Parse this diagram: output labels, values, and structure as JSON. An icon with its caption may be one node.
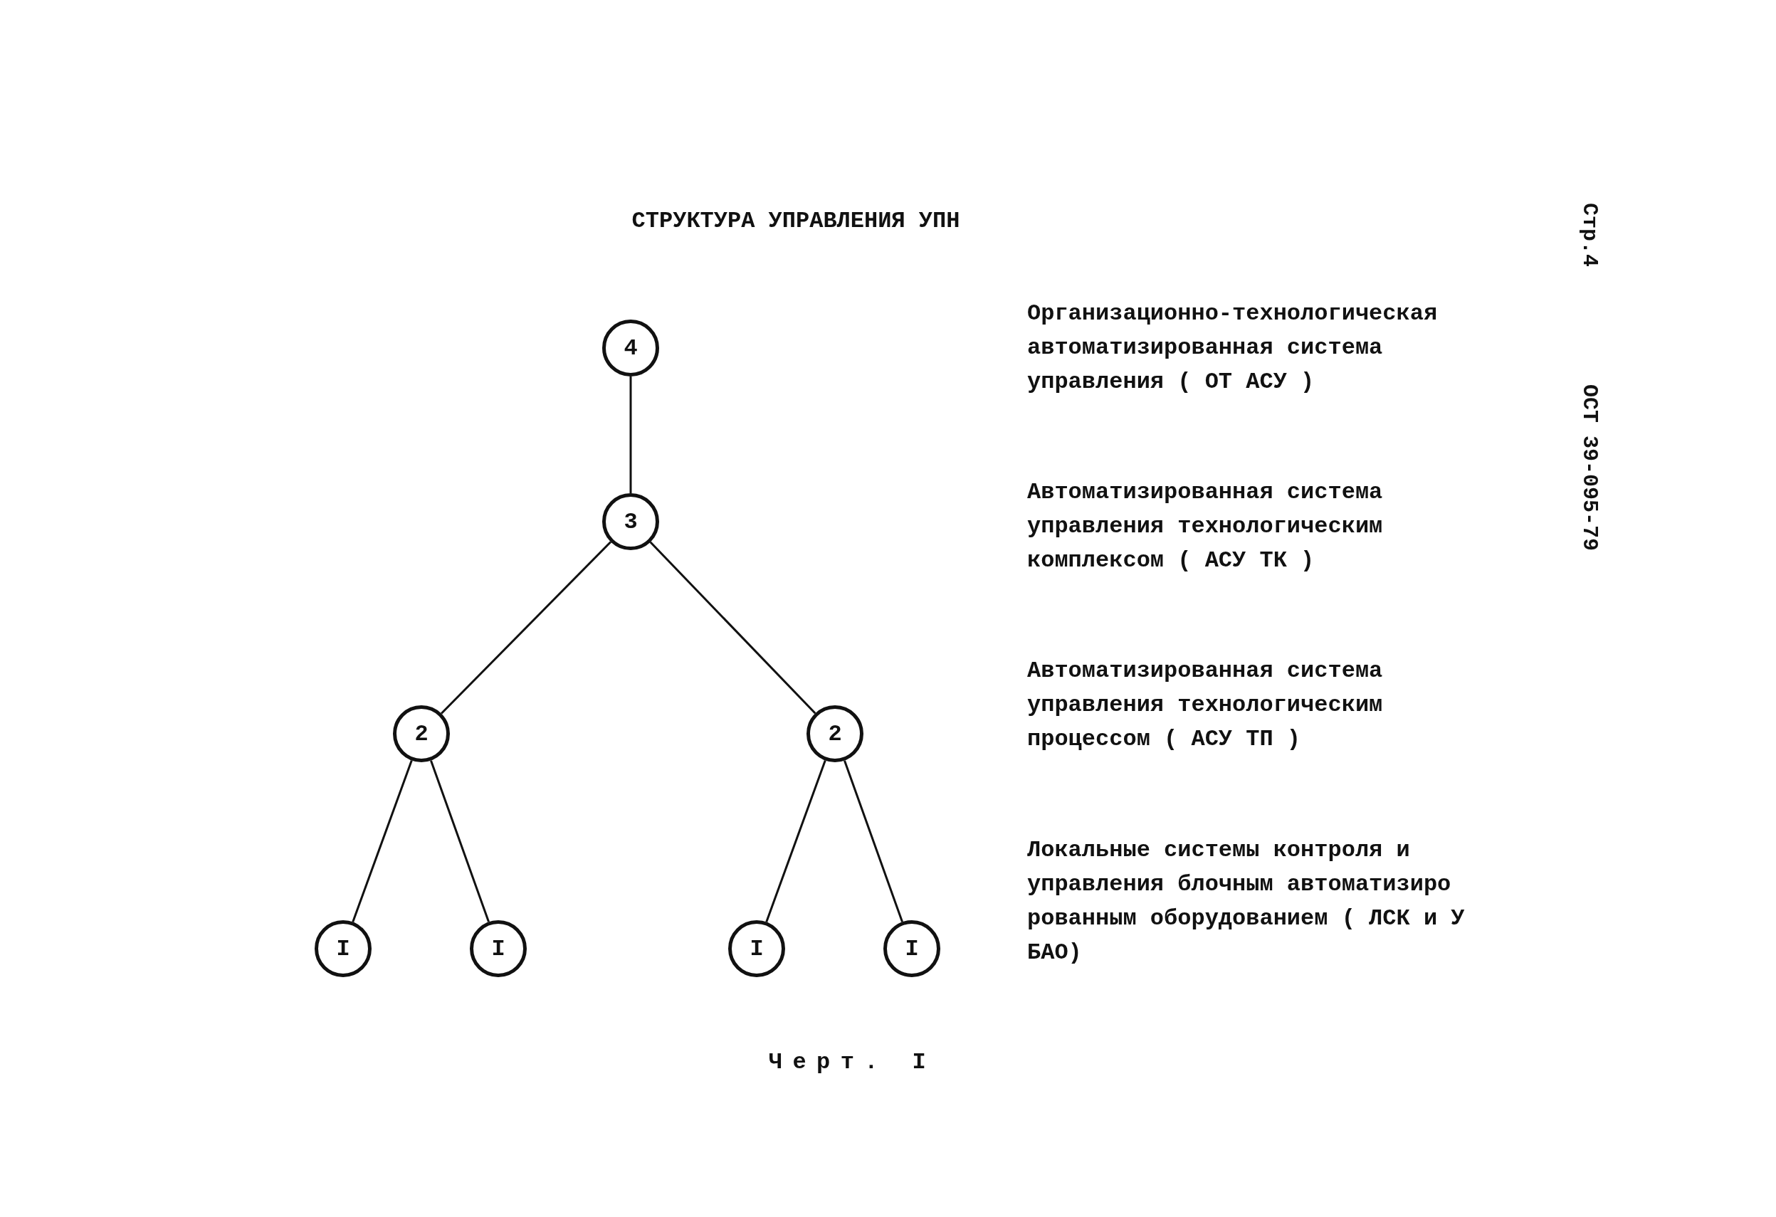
{
  "diagram": {
    "title": "СТРУКТУРА УПРАВЛЕНИЯ УПН",
    "caption": "Черт. I",
    "nodes": [
      {
        "text": [
          "4"
        ]
      },
      {
        "text": [
          "3"
        ]
      },
      {
        "text": [
          "2"
        ]
      },
      {
        "text": [
          "2"
        ]
      },
      {
        "text": [
          "I"
        ]
      },
      {
        "text": [
          "I"
        ]
      },
      {
        "text": [
          "I"
        ]
      },
      {
        "text": [
          "I"
        ]
      }
    ],
    "edges": [
      {
        "from": 0,
        "to": 1,
        "arrow": "none"
      },
      {
        "from": 1,
        "to": 2,
        "arrow": "none"
      },
      {
        "from": 1,
        "to": 3,
        "arrow": "none"
      },
      {
        "from": 2,
        "to": 4,
        "arrow": "none"
      },
      {
        "from": 2,
        "to": 5,
        "arrow": "none"
      },
      {
        "from": 3,
        "to": 6,
        "arrow": "none"
      },
      {
        "from": 3,
        "to": 7,
        "arrow": "none"
      }
    ],
    "labels": [
      "Стр.4",
      "ОСТ 39-095-79",
      "Организационно-технологическая автоматизированная система управления ( ОТ АСУ )",
      "Автоматизированная система управления технологическим комплексом ( АСУ ТК )",
      "Автоматизированная система управления технологическим процессом ( АСУ ТП )",
      "Локальные системы контроля и управления блочным автоматизиро рованным оборудованием ( ЛСК и У БАО)"
    ]
  }
}
